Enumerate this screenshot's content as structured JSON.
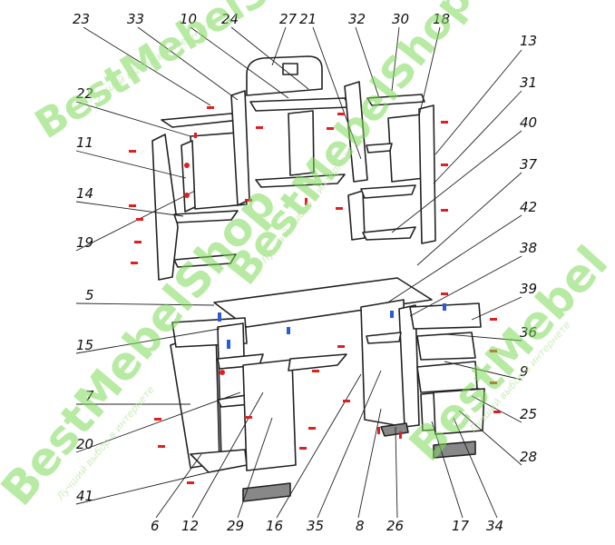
{
  "watermark": {
    "brand": "BestMebelShop",
    "brand_short": "BestMebel",
    "tagline": "Лучший выбор в интернете",
    "color": "#7ed957"
  },
  "callouts": {
    "n23": "23",
    "n33": "33",
    "n10": "10",
    "n24": "24",
    "n27": "27",
    "n21": "21",
    "n32": "32",
    "n30": "30",
    "n18": "18",
    "n13": "13",
    "n22": "22",
    "n31": "31",
    "n40": "40",
    "n11": "11",
    "n37": "37",
    "n14": "14",
    "n42": "42",
    "n19": "19",
    "n38": "38",
    "n5": "5",
    "n39": "39",
    "n36": "36",
    "n15": "15",
    "n9": "9",
    "n7": "7",
    "n25": "25",
    "n20": "20",
    "n28": "28",
    "n41": "41",
    "n6": "6",
    "n12": "12",
    "n29": "29",
    "n16": "16",
    "n35": "35",
    "n8": "8",
    "n26": "26",
    "n17": "17",
    "n34": "34"
  },
  "colors": {
    "line": "#222222",
    "fastener_red": "#e02020",
    "fastener_blue": "#2a5bd7",
    "panel_fill": "#ffffff"
  }
}
